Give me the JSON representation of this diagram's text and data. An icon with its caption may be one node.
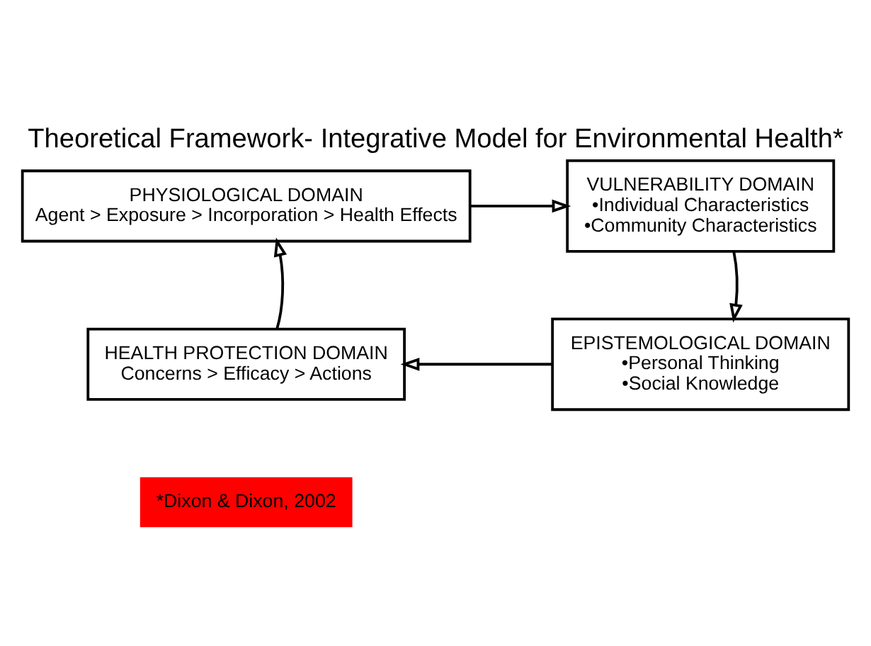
{
  "diagram": {
    "title": "Theoretical Framework- Integrative Model for Environmental Health*",
    "nodes": [
      {
        "text": [
          "PHYSIOLOGICAL DOMAIN",
          "Agent > Exposure > Incorporation > Health Effects"
        ]
      },
      {
        "text": [
          "VULNERABILITY DOMAIN",
          "•Individual Characteristics",
          "•Community Characteristics"
        ]
      },
      {
        "text": [
          "EPISTEMOLOGICAL DOMAIN",
          "•Personal Thinking",
          "•Social Knowledge"
        ]
      },
      {
        "text": [
          "HEALTH PROTECTION DOMAIN",
          "Concerns > Efficacy > Actions"
        ]
      }
    ],
    "edges": [
      {
        "from": 0,
        "to": 1,
        "arrow": "to"
      },
      {
        "from": 1,
        "to": 2,
        "arrow": "to"
      },
      {
        "from": 2,
        "to": 3,
        "arrow": "to"
      },
      {
        "from": 3,
        "to": 0,
        "arrow": "to"
      }
    ],
    "labels": [
      "*Dixon & Dixon, 2002"
    ]
  }
}
